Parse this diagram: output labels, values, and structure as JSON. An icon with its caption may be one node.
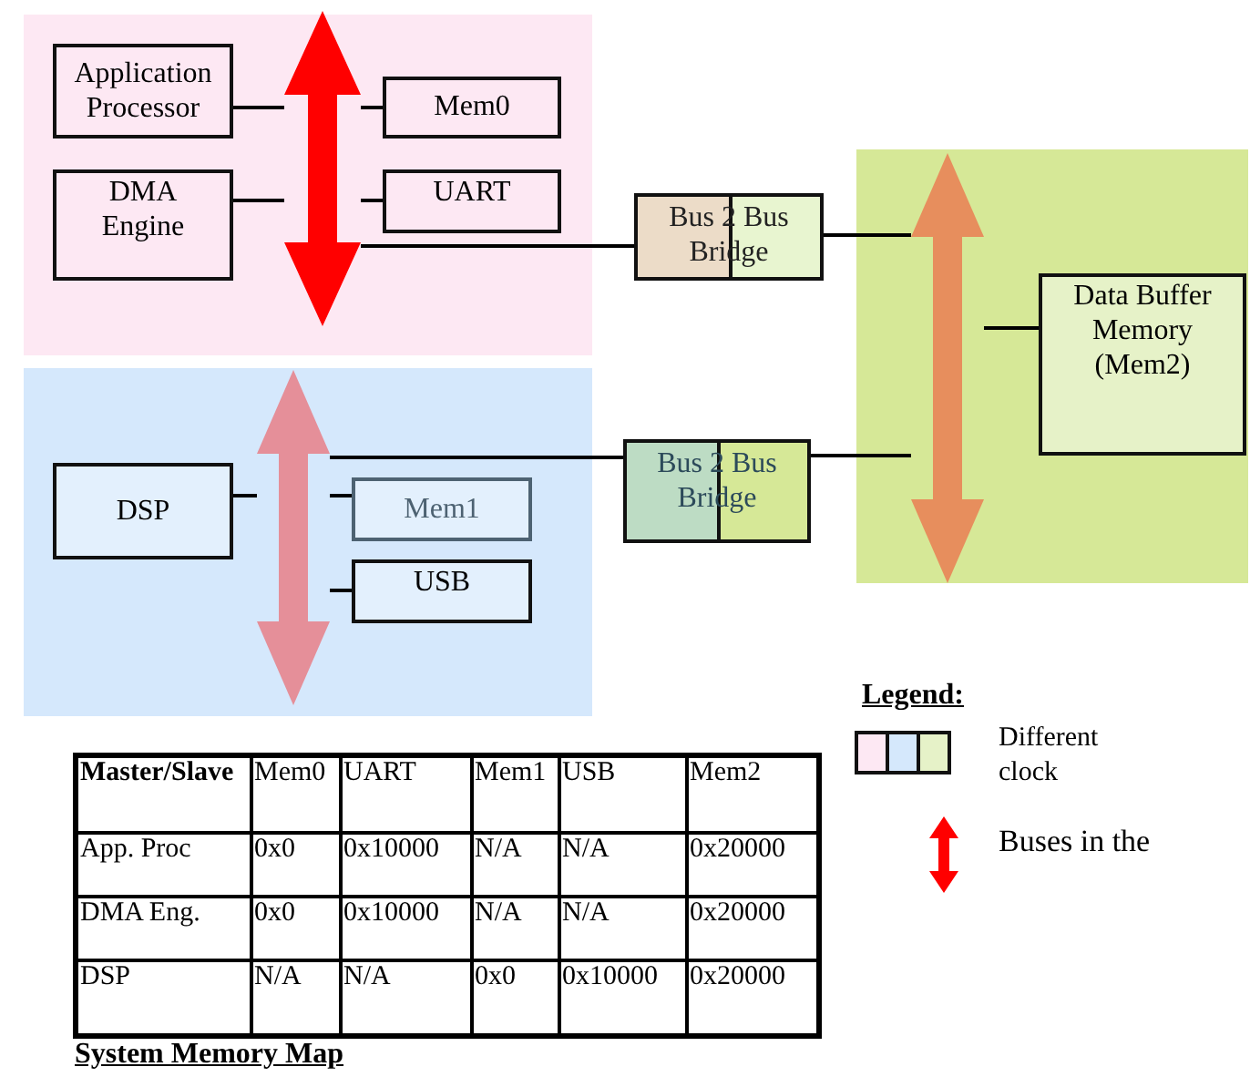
{
  "diagram": {
    "nodes": [
      {
        "text": [],
        "shape": "box"
      },
      {
        "text": [
          "Application Processor"
        ],
        "in": 0
      },
      {
        "text": [
          "Mem0"
        ],
        "in": 0
      },
      {
        "text": [
          "DMA Engine"
        ],
        "in": 0
      },
      {
        "text": [
          "UART"
        ],
        "in": 0
      },
      {
        "text": [],
        "shape": "bar",
        "in": 0
      },
      {
        "text": [],
        "shape": "box"
      },
      {
        "text": [
          "DSP"
        ],
        "in": 6
      },
      {
        "text": [
          "Mem1"
        ],
        "in": 6
      },
      {
        "text": [
          "USB"
        ],
        "in": 6
      },
      {
        "text": [],
        "shape": "bar",
        "in": 6
      },
      {
        "text": [],
        "shape": "box"
      },
      {
        "text": [
          "Data Buffer Memory (Mem2)"
        ],
        "in": 11
      },
      {
        "text": [],
        "shape": "bar",
        "in": 11
      },
      {
        "text": [
          "Bus 2 Bus Bridge"
        ]
      },
      {
        "text": [
          "Bus 2 Bus Bridge"
        ]
      }
    ],
    "edges": [
      {
        "from": 1,
        "to": 5,
        "arrow": "none"
      },
      {
        "from": 5,
        "to": 2,
        "arrow": "none"
      },
      {
        "from": 3,
        "to": 5,
        "arrow": "none"
      },
      {
        "from": 5,
        "to": 4,
        "arrow": "none"
      },
      {
        "from": 5,
        "to": 14,
        "arrow": "none"
      },
      {
        "from": 14,
        "to": 13,
        "arrow": "none"
      },
      {
        "from": 13,
        "to": 12,
        "arrow": "none"
      },
      {
        "from": 7,
        "to": 10,
        "arrow": "none"
      },
      {
        "from": 10,
        "to": 8,
        "arrow": "none"
      },
      {
        "from": 10,
        "to": 9,
        "arrow": "none"
      },
      {
        "from": 10,
        "to": 15,
        "arrow": "none"
      },
      {
        "from": 15,
        "to": 13,
        "arrow": "none"
      }
    ],
    "labels": [
      "Master/Slave",
      "Mem0",
      "UART",
      "Mem1",
      "USB",
      "Mem2",
      "App. Proc",
      "0x0",
      "0x10000",
      "N/A",
      "N/A",
      "0x20000",
      "DMA Eng.",
      "0x0",
      "0x10000",
      "N/A",
      "N/A",
      "0x20000",
      "DSP",
      "N/A",
      "N/A",
      "0x0",
      "0x10000",
      "0x20000",
      "System Memory Map",
      "Legend:"
    ],
    "legend": [
      {
        "text": "Different clock"
      },
      {
        "text": "Buses in the"
      }
    ]
  }
}
